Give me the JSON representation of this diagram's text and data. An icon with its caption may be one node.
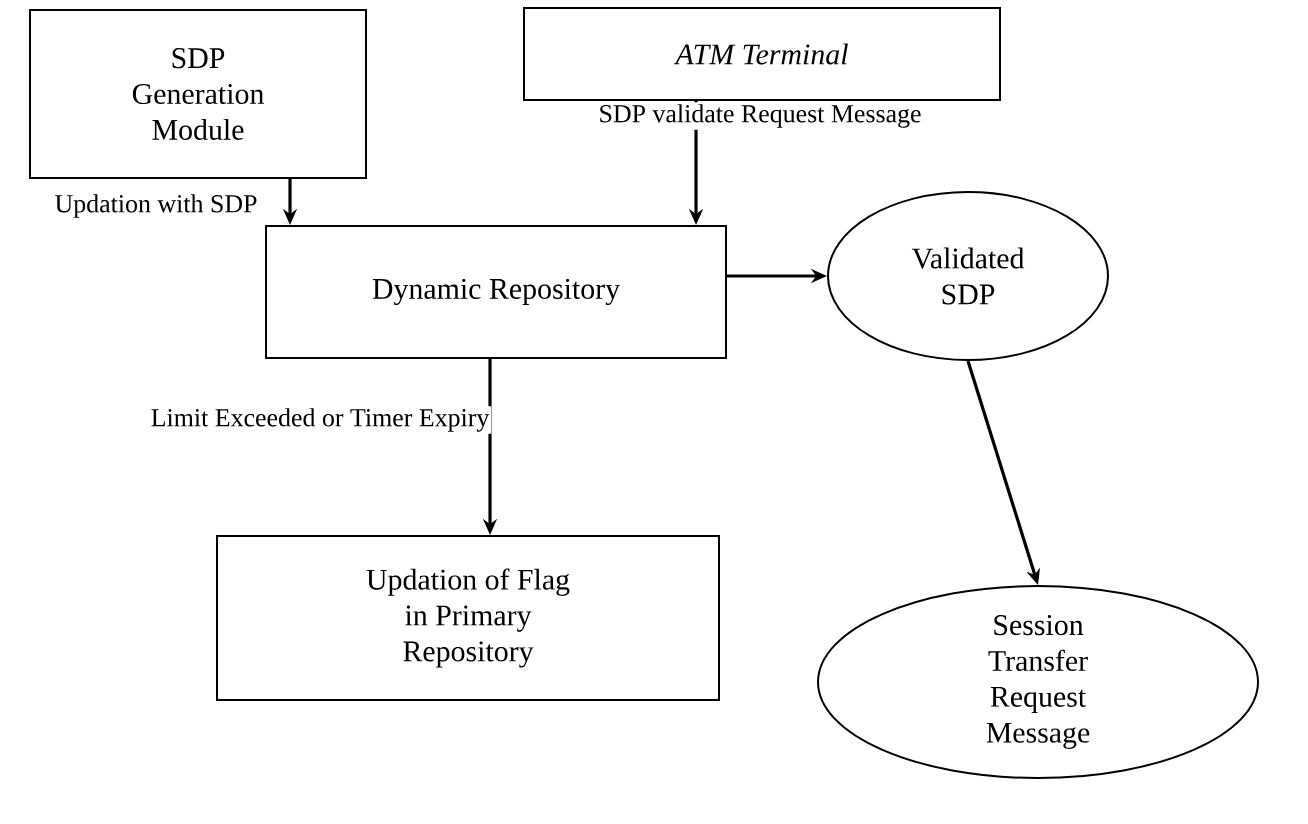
{
  "diagram": {
    "nodes": [
      {
        "text": [
          "SDP Generation Module"
        ]
      },
      {
        "text": [
          "ATM Terminal"
        ]
      },
      {
        "text": [
          "Dynamic Repository"
        ]
      },
      {
        "text": [
          "Validated SDP"
        ]
      },
      {
        "text": [
          "Updation of Flag in Primary Repository"
        ]
      },
      {
        "text": [
          "Session Transfer Request Message"
        ]
      }
    ],
    "edges": [
      {
        "from": 0,
        "to": 2,
        "arrow": "to",
        "label": "Updation with SDP"
      },
      {
        "from": 1,
        "to": 2,
        "arrow": "to",
        "label": "SDP validate Request Message"
      },
      {
        "from": 2,
        "to": 3,
        "arrow": "to"
      },
      {
        "from": 2,
        "to": 4,
        "arrow": "to",
        "label": "Limit Exceeded or Timer Expiry"
      },
      {
        "from": 3,
        "to": 5,
        "arrow": "to"
      }
    ]
  }
}
